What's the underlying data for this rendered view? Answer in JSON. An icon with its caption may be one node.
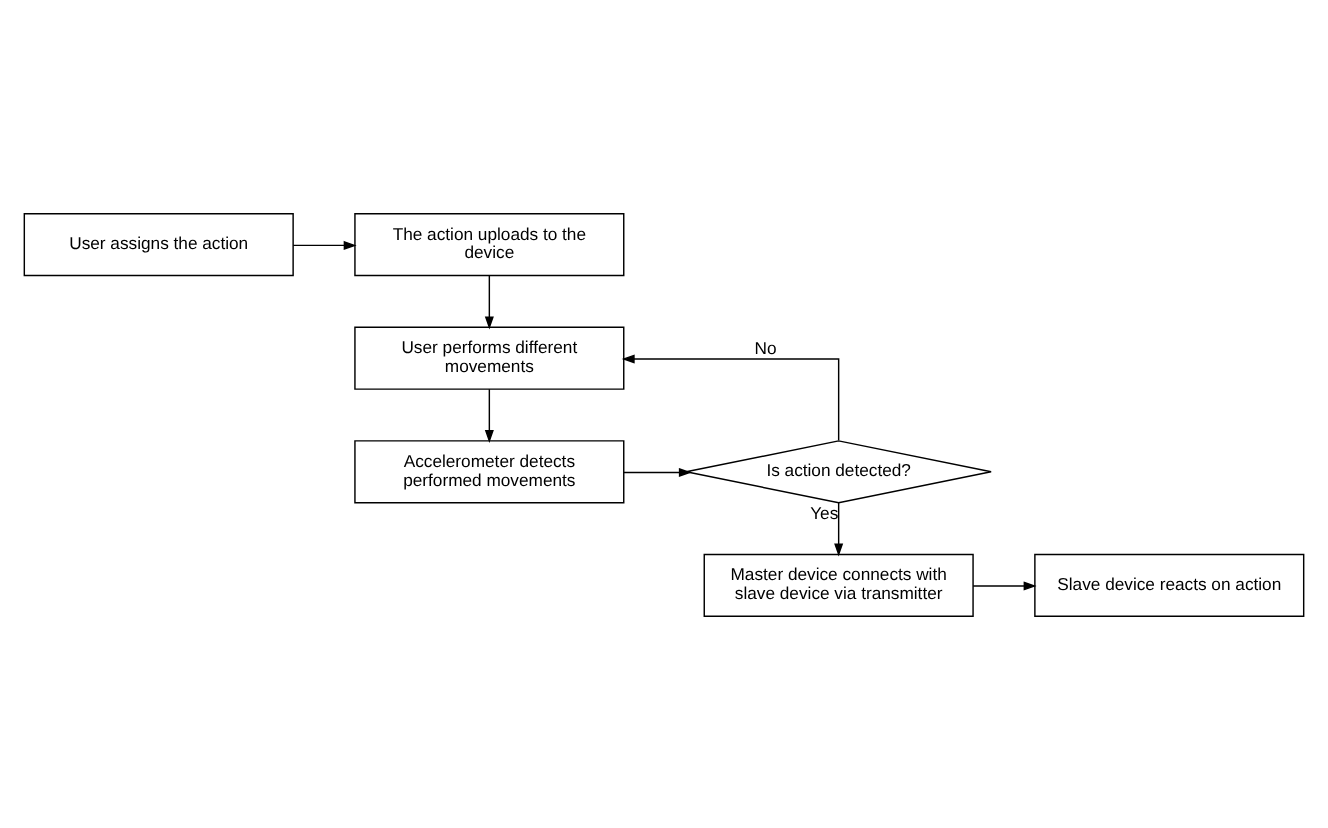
{
  "diagram": {
    "nodes": [
      {
        "text": [
          "User assigns the action"
        ]
      },
      {
        "text": [
          "The action uploads to the device"
        ]
      },
      {
        "text": [
          "User performs different movements"
        ]
      },
      {
        "text": [
          "Accelerometer detects performed movements"
        ]
      },
      {
        "text": [
          "Is action detected?"
        ]
      },
      {
        "text": [
          "Master device connects with slave device via transmitter"
        ]
      },
      {
        "text": [
          "Slave device reacts on action"
        ]
      }
    ],
    "edges": [
      {
        "from": 0,
        "to": 1,
        "arrow": "to"
      },
      {
        "from": 1,
        "to": 2,
        "arrow": "to"
      },
      {
        "from": 2,
        "to": 3,
        "arrow": "to"
      },
      {
        "from": 3,
        "to": 4,
        "arrow": "to"
      },
      {
        "from": 4,
        "to": 2,
        "label": "No",
        "arrow": "to"
      },
      {
        "from": 4,
        "to": 5,
        "label": "Yes",
        "arrow": "to"
      },
      {
        "from": 5,
        "to": 6,
        "arrow": "to"
      }
    ]
  }
}
